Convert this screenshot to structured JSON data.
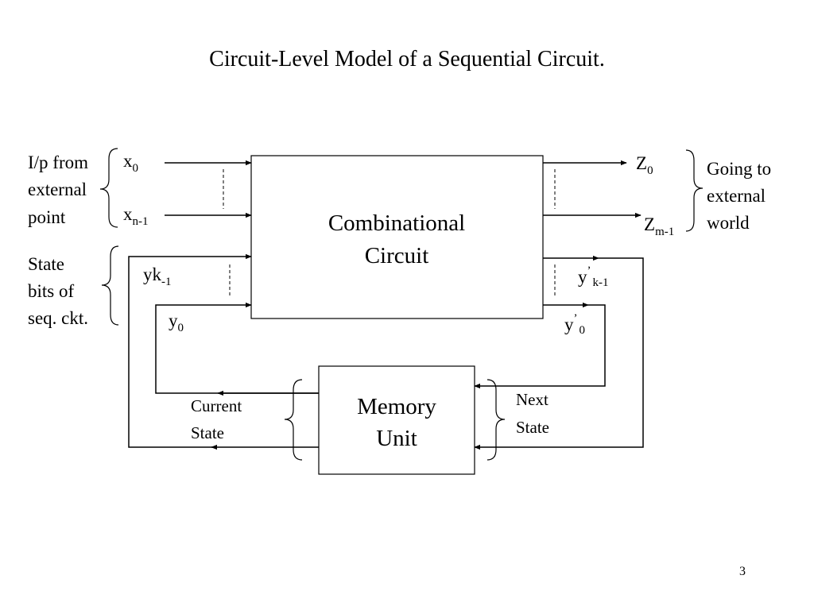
{
  "title": "Circuit-Level Model of a Sequential Circuit.",
  "page_number": "3",
  "blocks": {
    "combinational": [
      "Combinational",
      "Circuit"
    ],
    "memory": [
      "Memory",
      "Unit"
    ]
  },
  "inputs": {
    "group_label": [
      "I/p from",
      "external",
      "point"
    ],
    "first": {
      "base": "x",
      "sub": "0"
    },
    "last": {
      "base": "x",
      "sub": "n-1"
    }
  },
  "outputs": {
    "group_label": [
      "Going to",
      "external",
      "world"
    ],
    "first": {
      "base": "Z",
      "sub": "0"
    },
    "last": {
      "base": "Z",
      "sub": "m-1"
    }
  },
  "state_bits": {
    "group_label": [
      "State",
      "bits of",
      "seq. ckt."
    ],
    "top": {
      "base": "yk",
      "sub": "-1"
    },
    "bottom": {
      "base": "y",
      "sub": "0"
    }
  },
  "next_state_bits": {
    "top": {
      "base": "y",
      "prime": "’",
      "sub": "k-1"
    },
    "bottom": {
      "base": "y",
      "prime": "’",
      "sub": "0"
    }
  },
  "memory_io": {
    "current_state": [
      "Current",
      "State"
    ],
    "next_state": [
      "Next",
      "State"
    ]
  }
}
